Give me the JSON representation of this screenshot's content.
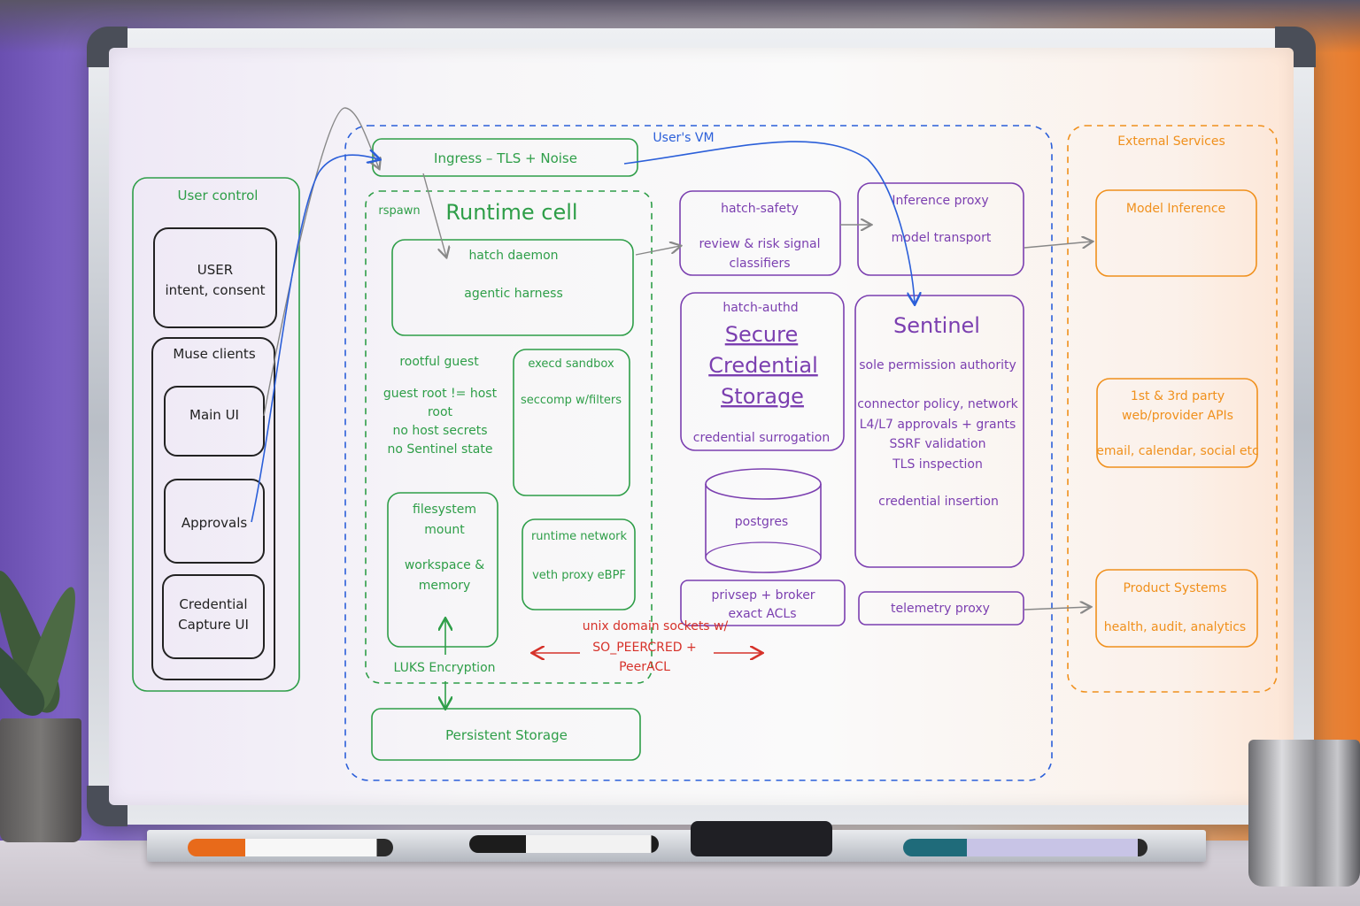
{
  "colors": {
    "green": "#2e9e48",
    "purple": "#7b3fb0",
    "orange": "#f0901c",
    "blue": "#2b5fd9",
    "red": "#d6322a",
    "black": "#222222",
    "gray": "#888888"
  },
  "user_control": {
    "title": "User control",
    "user_box": {
      "line1": "USER",
      "line2": "intent, consent"
    },
    "muse_clients": {
      "title": "Muse clients",
      "main_ui": "Main UI",
      "approvals": "Approvals",
      "cred_capture_line1": "Credential",
      "cred_capture_line2": "Capture UI"
    }
  },
  "vm": {
    "label": "User's VM",
    "ingress": "Ingress – TLS + Noise",
    "rspawn": "rspawn",
    "runtime_cell": {
      "title": "Runtime cell",
      "hatch_daemon": {
        "title": "hatch daemon",
        "body": "agentic harness"
      },
      "rootful_guest": {
        "title": "rootful guest",
        "line1": "guest root != host",
        "line2": "root",
        "line3": "no host secrets",
        "line4": "no Sentinel state"
      },
      "execd_sandbox": {
        "title": "execd sandbox",
        "body": "seccomp w/filters"
      },
      "filesystem": {
        "line1": "filesystem",
        "line2": "mount",
        "line3": "workspace &",
        "line4": "memory"
      },
      "runtime_network": {
        "title": "runtime network",
        "body": "veth proxy eBPF"
      },
      "luks": "LUKS Encryption"
    },
    "persistent_storage": "Persistent Storage",
    "hatch_safety": {
      "title": "hatch-safety",
      "line1": "review & risk signal",
      "line2": "classifiers"
    },
    "hatch_authd": {
      "title": "hatch-authd",
      "big1": "Secure",
      "big2": "Credential",
      "big3": "Storage",
      "footer": "credential surrogation"
    },
    "postgres": "postgres",
    "privsep": {
      "line1": "privsep + broker",
      "line2": "exact ACLs"
    },
    "uds_note": {
      "line1": "unix domain sockets w/",
      "line2": "SO_PEERCRED +",
      "line3": "PeerACL"
    },
    "inference_proxy": {
      "title": "Inference proxy",
      "body": "model transport"
    },
    "sentinel": {
      "title": "Sentinel",
      "line1": "sole permission authority",
      "line2": "connector policy, network",
      "line3": "L4/L7 approvals + grants",
      "line4": "SSRF validation",
      "line5": "TLS inspection",
      "line6": "credential insertion"
    },
    "telemetry_proxy": "telemetry proxy"
  },
  "external": {
    "title": "External Services",
    "model_inference": "Model Inference",
    "apis": {
      "line1": "1st & 3rd party",
      "line2": "web/provider APIs",
      "line3": "email, calendar, social etc"
    },
    "product_systems": {
      "title": "Product Systems",
      "body": "health, audit, analytics"
    }
  }
}
